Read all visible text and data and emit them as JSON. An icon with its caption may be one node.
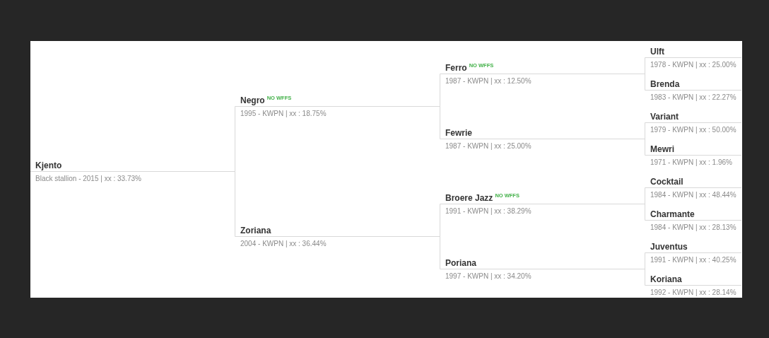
{
  "diagram": {
    "nodes": [
      {
        "text": [
          "Kjento",
          "Black stallion - 2015 | xx : 33.73%"
        ]
      },
      {
        "text": [
          "Negro",
          "NO WFFS",
          "1995 - KWPN | xx : 18.75%"
        ]
      },
      {
        "text": [
          "Zoriana",
          "2004 - KWPN | xx : 36.44%"
        ]
      },
      {
        "text": [
          "Ferro",
          "NO WFFS",
          "1987 - KWPN | xx : 12.50%"
        ]
      },
      {
        "text": [
          "Fewrie",
          "1987 - KWPN | xx : 25.00%"
        ]
      },
      {
        "text": [
          "Broere Jazz",
          "NO WFFS",
          "1991 - KWPN | xx : 38.29%"
        ]
      },
      {
        "text": [
          "Poriana",
          "1997 - KWPN | xx : 34.20%"
        ]
      },
      {
        "text": [
          "Ulft",
          "1978 - KWPN | xx : 25.00%"
        ]
      },
      {
        "text": [
          "Brenda",
          "1983 - KWPN | xx : 22.27%"
        ]
      },
      {
        "text": [
          "Variant",
          "1979 - KWPN | xx : 50.00%"
        ]
      },
      {
        "text": [
          "Mewri",
          "1971 - KWPN | xx : 1.96%"
        ]
      },
      {
        "text": [
          "Cocktail",
          "1984 - KWPN | xx : 48.44%"
        ]
      },
      {
        "text": [
          "Charmante",
          "1984 - KWPN | xx : 28.13%"
        ]
      },
      {
        "text": [
          "Juventus",
          "1991 - KWPN | xx : 40.25%"
        ]
      },
      {
        "text": [
          "Koriana",
          "1992 - KWPN | xx : 28.14%"
        ]
      }
    ],
    "edges": [
      {
        "from": 0,
        "to": 1,
        "arrow": "none"
      },
      {
        "from": 0,
        "to": 2,
        "arrow": "none"
      },
      {
        "from": 1,
        "to": 3,
        "arrow": "none"
      },
      {
        "from": 1,
        "to": 4,
        "arrow": "none"
      },
      {
        "from": 2,
        "to": 5,
        "arrow": "none"
      },
      {
        "from": 2,
        "to": 6,
        "arrow": "none"
      },
      {
        "from": 3,
        "to": 7,
        "arrow": "none"
      },
      {
        "from": 3,
        "to": 8,
        "arrow": "none"
      },
      {
        "from": 4,
        "to": 9,
        "arrow": "none"
      },
      {
        "from": 4,
        "to": 10,
        "arrow": "none"
      },
      {
        "from": 5,
        "to": 11,
        "arrow": "none"
      },
      {
        "from": 5,
        "to": 12,
        "arrow": "none"
      },
      {
        "from": 6,
        "to": 13,
        "arrow": "none"
      },
      {
        "from": 6,
        "to": 14,
        "arrow": "none"
      }
    ]
  }
}
